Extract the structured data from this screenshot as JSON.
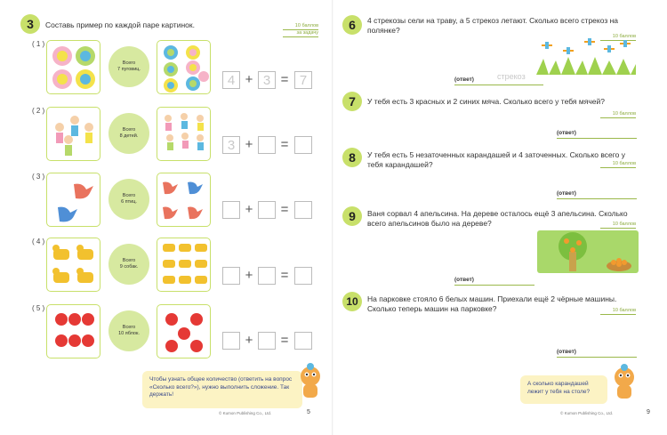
{
  "left_page": {
    "task_number": "3",
    "instruction": "Составь пример по каждой паре картинок.",
    "points": [
      "10 баллов",
      "за задачу"
    ],
    "rows": [
      {
        "label": "( 1 )",
        "total_lines": [
          "Всего",
          "7 пуговиц."
        ],
        "boxes": [
          "4",
          "3",
          "7"
        ],
        "items": "buttons"
      },
      {
        "label": "( 2 )",
        "total_lines": [
          "Всего",
          "8 детей."
        ],
        "boxes": [
          "3",
          "",
          ""
        ],
        "items": "children"
      },
      {
        "label": "( 3 )",
        "total_lines": [
          "Всего",
          "6 птиц."
        ],
        "boxes": [
          "",
          "",
          ""
        ],
        "items": "birds"
      },
      {
        "label": "( 4 )",
        "total_lines": [
          "Всего",
          "9 собак."
        ],
        "boxes": [
          "",
          "",
          ""
        ],
        "items": "dogs"
      },
      {
        "label": "( 5 )",
        "total_lines": [
          "Всего",
          "10 яблок."
        ],
        "boxes": [
          "",
          "",
          ""
        ],
        "items": "apples"
      }
    ],
    "operators": {
      "plus": "+",
      "equals": "="
    },
    "tip_text": "Чтобы узнать общее количество (ответить на вопрос «Сколько всего?»), нужно выполнить сложение. Так держать!",
    "copyright": "© Kumon Publishing Co., Ltd.",
    "page_number": "5"
  },
  "right_page": {
    "tasks": [
      {
        "number": "6",
        "text": "4 стрекозы сели на траву, а 5 стрекоз летают. Сколько всего стрекоз на полянке?",
        "points": "10 баллов",
        "answer_label": "(ответ)",
        "answer_hint": "стрекоз"
      },
      {
        "number": "7",
        "text": "У тебя есть 3 красных и 2 синих мяча. Сколько всего у тебя мячей?",
        "points": "10 баллов",
        "answer_label": "(ответ)"
      },
      {
        "number": "8",
        "text": "У тебя есть 5 незаточенных карандашей и 4 заточенных. Сколько всего у тебя карандашей?",
        "points": "10 баллов",
        "answer_label": "(ответ)"
      },
      {
        "number": "9",
        "text": "Ваня сорвал 4 апельсина. На дереве осталось ещё 3 апельсина. Сколько всего апельсинов было на дереве?",
        "points": "10 баллов",
        "answer_label": "(ответ)"
      },
      {
        "number": "10",
        "text": "На парковке стояло 6 белых машин. Приехали ещё 2 чёрные машины. Сколько теперь машин на парковке?",
        "points": "10 баллов",
        "answer_label": "(ответ)"
      }
    ],
    "tip_text": "А сколько карандашей лежит у тебя на столе?",
    "copyright": "© Kumon Publishing Co., Ltd.",
    "page_number": "9"
  },
  "colors": {
    "accent_green": "#c8e06a",
    "light_green": "#d7e9a0",
    "tip_yellow": "#fcf3c4",
    "text_blue": "#3a4a8a"
  }
}
